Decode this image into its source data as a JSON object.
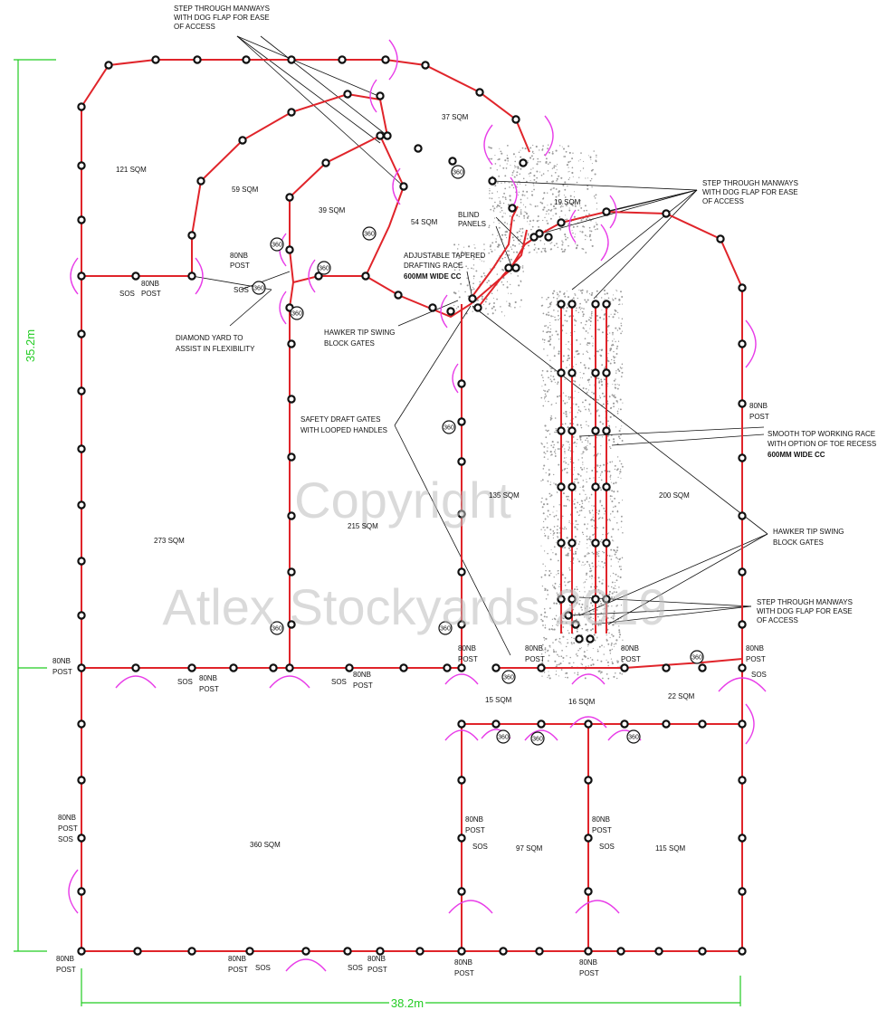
{
  "dimensions": {
    "height": "35.2m",
    "width": "38.2m"
  },
  "watermark": {
    "line1": "Copyright",
    "line2": "Atlex Stockyards 2019"
  },
  "labels": {
    "step_manways_1": [
      "STEP THROUGH MANWAYS",
      "WITH DOG FLAP FOR EASE",
      "OF ACCESS"
    ],
    "step_manways_2": [
      "STEP THROUGH MANWAYS",
      "WITH DOG FLAP FOR EASE",
      "OF ACCESS"
    ],
    "step_manways_3": [
      "STEP THROUGH MANWAYS",
      "WITH DOG FLAP FOR EASE",
      "OF ACCESS"
    ],
    "blind_panels": [
      "BLIND",
      "PANELS"
    ],
    "drafting_race": [
      "ADJUSTABLE TAPERED",
      "DRAFTING RACE"
    ],
    "drafting_race_width": "600MM WIDE CC",
    "hawker_1": [
      "HAWKER TIP SWING",
      "BLOCK GATES"
    ],
    "hawker_2": [
      "HAWKER TIP SWING",
      "BLOCK GATES"
    ],
    "diamond_yard": [
      "DIAMOND YARD TO",
      "ASSIST IN FLEXIBILITY"
    ],
    "safety_draft": [
      "SAFETY DRAFT GATES",
      "WITH LOOPED HANDLES"
    ],
    "smooth_race": [
      "SMOOTH TOP WORKING RACE",
      "WITH OPTION OF TOE RECESS"
    ],
    "smooth_race_width": "600MM WIDE CC"
  },
  "areas": {
    "a121": "121 SQM",
    "a59": "59 SQM",
    "a39": "39 SQM",
    "a37": "37 SQM",
    "a54": "54 SQM",
    "a19": "19 SQM",
    "a273": "273 SQM",
    "a215": "215 SQM",
    "a135": "135 SQM",
    "a200": "200 SQM",
    "a15": "15 SQM",
    "a16": "16 SQM",
    "a22": "22 SQM",
    "a360": "360 SQM",
    "a97": "97 SQM",
    "a115": "115 SQM"
  },
  "tags": {
    "post_a": "80NB",
    "post_b": "POST",
    "sos": "SOS",
    "rot": "360"
  },
  "colors": {
    "fence": "#e0242a",
    "post": "#111111",
    "gate": "#e83ce8",
    "dimension": "#22cc22",
    "gravel": "#9a9a9a"
  }
}
